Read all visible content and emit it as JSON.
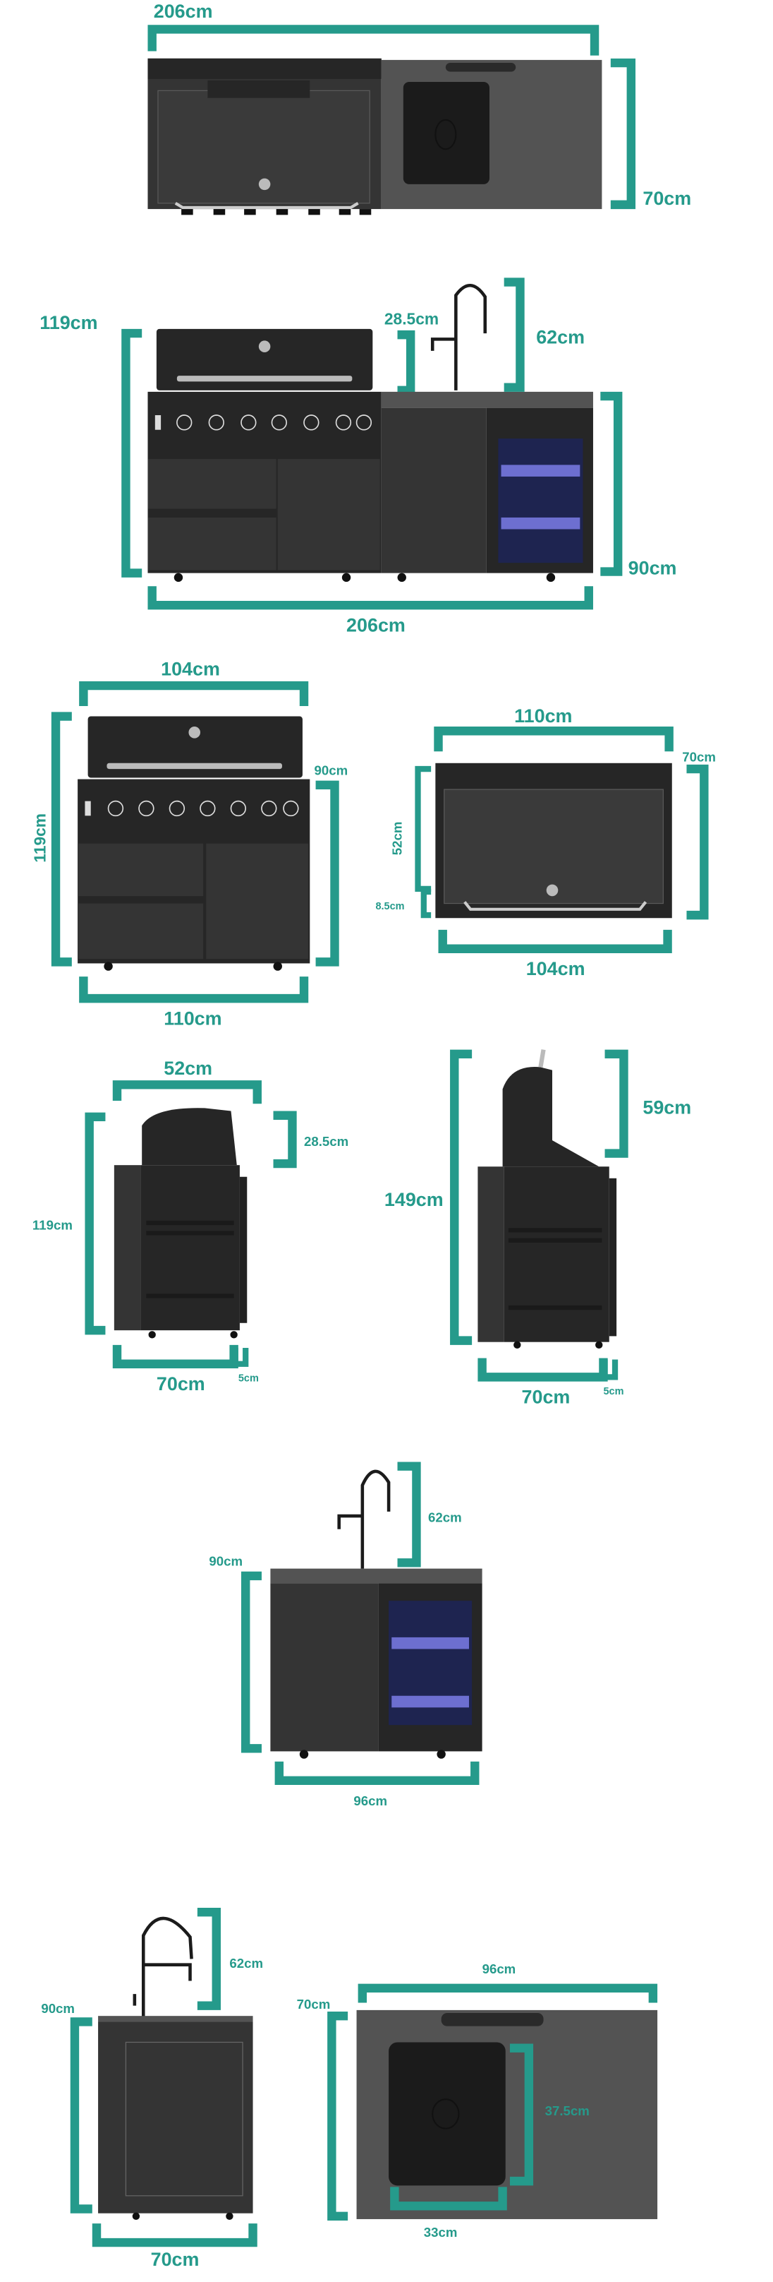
{
  "colors": {
    "accent": "#259a8b",
    "cabinet": "#343434",
    "countertop": "#535353",
    "fridge_glass": "#1e2450"
  },
  "top_view_full": {
    "width_label": "206cm",
    "depth_label": "70cm"
  },
  "front_view_full": {
    "total_height_label": "119cm",
    "hood_height_label": "28.5cm",
    "faucet_height_label": "62cm",
    "counter_height_label": "90cm",
    "width_label": "206cm"
  },
  "grill_front": {
    "top_width_label": "104cm",
    "height_label": "119cm",
    "counter_height_label": "90cm",
    "bottom_width_label": "110cm"
  },
  "grill_top": {
    "top_width_label": "110cm",
    "depth_label": "70cm",
    "lid_depth_label": "52cm",
    "overhang_label": "8.5cm",
    "bottom_width_label": "104cm"
  },
  "grill_side_closed": {
    "top_label": "52cm",
    "hood_label": "28.5cm",
    "height_label": "119cm",
    "depth_label": "70cm",
    "handle_label": "5cm"
  },
  "grill_side_open": {
    "height_label": "149cm",
    "lid_open_label": "59cm",
    "depth_label": "70cm",
    "handle_label": "5cm"
  },
  "sink_front": {
    "faucet_label": "62cm",
    "height_label": "90cm",
    "width_label": "96cm"
  },
  "sink_side": {
    "faucet_label": "62cm",
    "height_label": "90cm",
    "depth_label": "70cm"
  },
  "sink_top": {
    "width_label": "96cm",
    "depth_label": "70cm",
    "basin_length_label": "37.5cm",
    "basin_width_label": "33cm"
  }
}
